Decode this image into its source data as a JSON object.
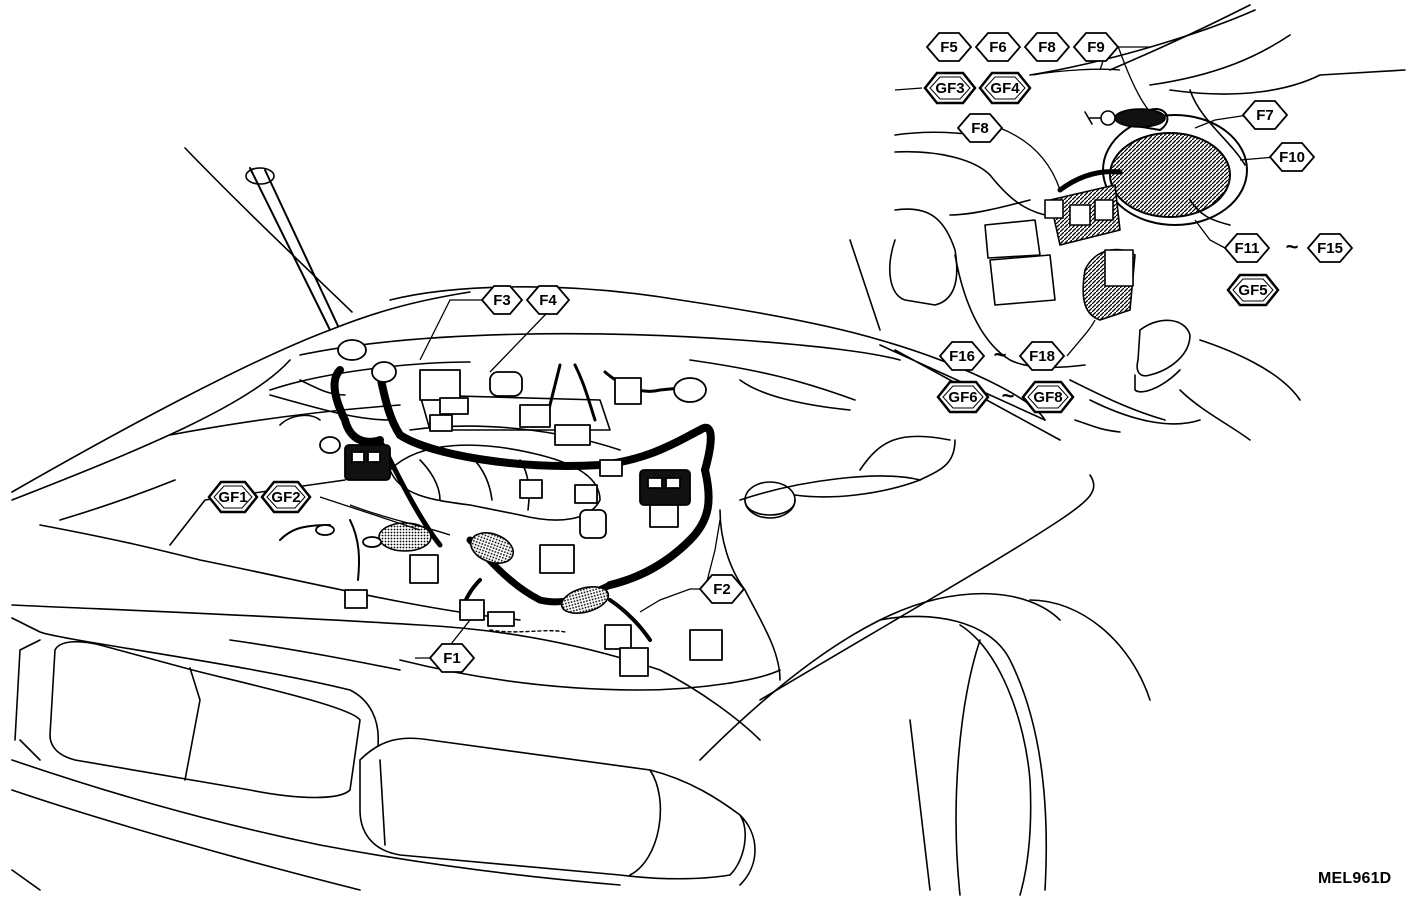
{
  "figure_code": "MEL961D",
  "connector_labels": {
    "F3": "F3",
    "F4": "F4",
    "GF1": "GF1",
    "GF2": "GF2",
    "F1": "F1",
    "F2": "F2",
    "F5": "F5",
    "F6": "F6",
    "F8_top": "F8",
    "F9": "F9",
    "GF3": "GF3",
    "GF4": "GF4",
    "F8": "F8",
    "F7": "F7",
    "F10": "F10",
    "F11": "F11",
    "F15": "F15",
    "GF5": "GF5",
    "F16": "F16",
    "F18": "F18",
    "GF6": "GF6",
    "GF8": "GF8"
  },
  "range_separators": {
    "f11_f15": "~",
    "f16_f18": "~",
    "gf6_gf8": "~"
  }
}
